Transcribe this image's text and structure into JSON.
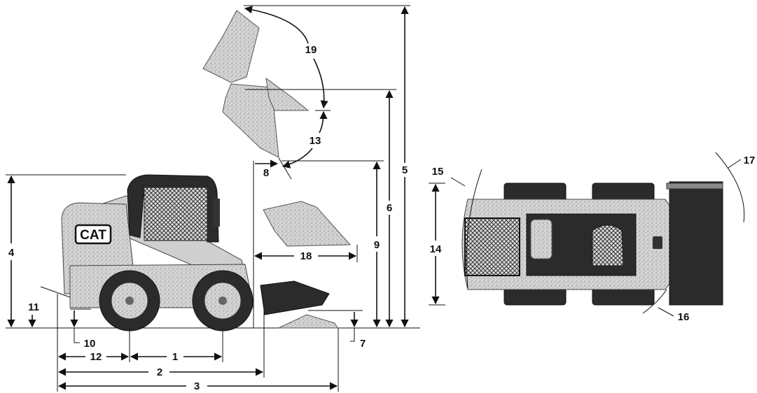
{
  "brand": {
    "logo_text": "CAT"
  },
  "dimension_labels": {
    "d1": "1",
    "d2": "2",
    "d3": "3",
    "d4": "4",
    "d5": "5",
    "d6": "6",
    "d7": "7",
    "d8": "8",
    "d9": "9",
    "d10": "10",
    "d11": "11",
    "d12": "12",
    "d13": "13",
    "d14": "14",
    "d15": "15",
    "d16": "16",
    "d17": "17",
    "d18": "18",
    "d19": "19"
  },
  "colors": {
    "ink": "#111111",
    "body": "#cfcfcf",
    "tire": "#2b2b2b"
  }
}
